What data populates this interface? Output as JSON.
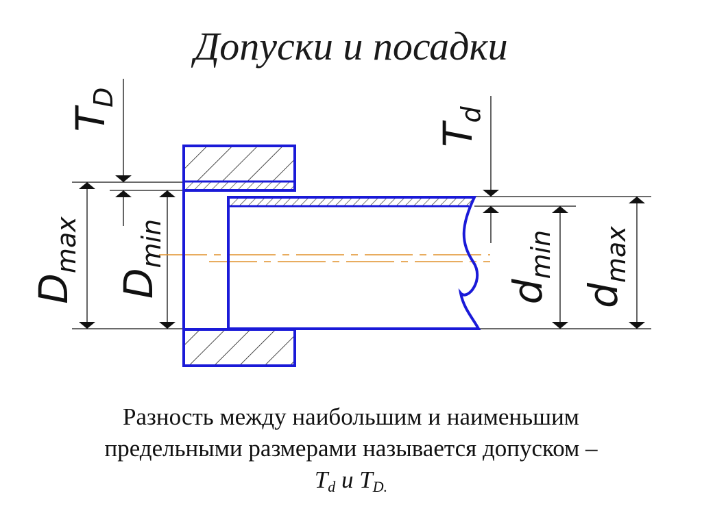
{
  "title": "Допуски и посадки",
  "labels": {
    "T_D": {
      "main": "T",
      "sub": "D"
    },
    "D_max": {
      "main": "D",
      "sub": "max"
    },
    "D_min": {
      "main": "D",
      "sub": "min"
    },
    "T_d": {
      "main": "T",
      "sub": "d"
    },
    "d_min": {
      "main": "d",
      "sub": "min"
    },
    "d_max": {
      "main": "d",
      "sub": "max"
    }
  },
  "caption": {
    "line1": "Разность между наибольшим и наименьшим",
    "line2": "предельными размерами называется допуском –",
    "sym1": "T",
    "sub1": "d",
    "conj": " и ",
    "sym2": "T",
    "sub2": "D."
  },
  "colors": {
    "outline": "#1a1ad8",
    "hatch": "#1a1a1a",
    "dim_line": "#111111",
    "axis": "#e0902a"
  }
}
